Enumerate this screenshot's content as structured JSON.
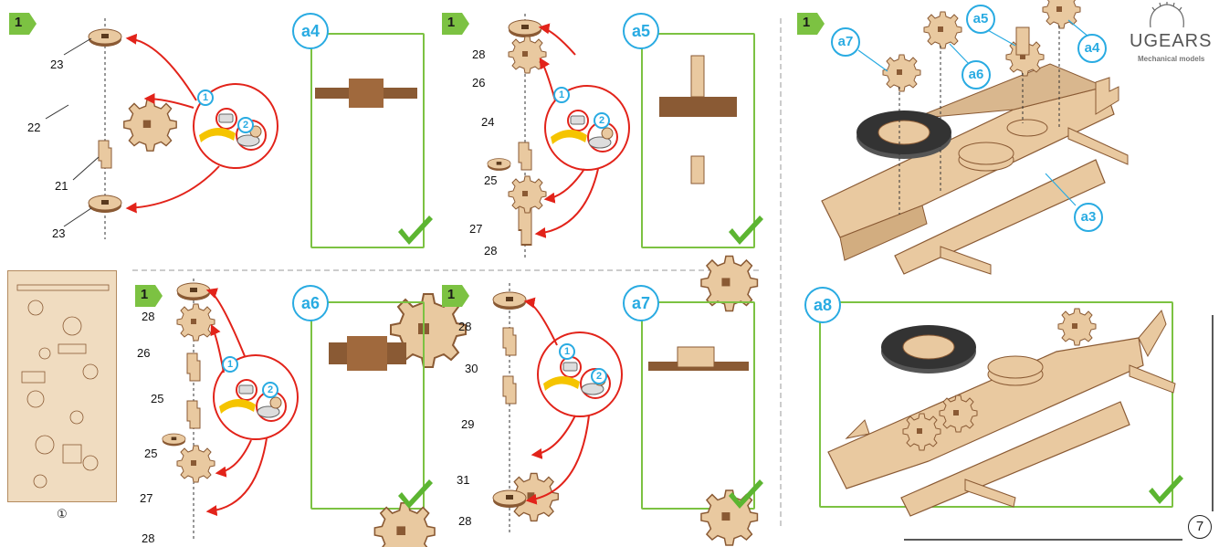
{
  "logo": {
    "brand": "UGEARS",
    "tagline": "Mechanical models"
  },
  "page_number": "7",
  "step_label": "1",
  "sheet_label": "①",
  "instruction_icons": [
    "1",
    "2"
  ],
  "panels": [
    {
      "id": "a4",
      "parts": [
        "23",
        "22",
        "21",
        "23"
      ]
    },
    {
      "id": "a5",
      "parts": [
        "28",
        "26",
        "24",
        "25",
        "27",
        "28"
      ]
    },
    {
      "id": "a6",
      "parts": [
        "28",
        "26",
        "25",
        "25",
        "27",
        "28"
      ]
    },
    {
      "id": "a7",
      "parts": [
        "28",
        "30",
        "29",
        "31",
        "28"
      ]
    }
  ],
  "assembly": {
    "callouts": [
      "a7",
      "a5",
      "a4",
      "a6",
      "a3"
    ],
    "result": "a8"
  },
  "colors": {
    "green": "#7cc242",
    "blue": "#29abe2",
    "red": "#e2231a",
    "wood": "#e9c9a0",
    "wood_dark": "#8a5a34"
  }
}
